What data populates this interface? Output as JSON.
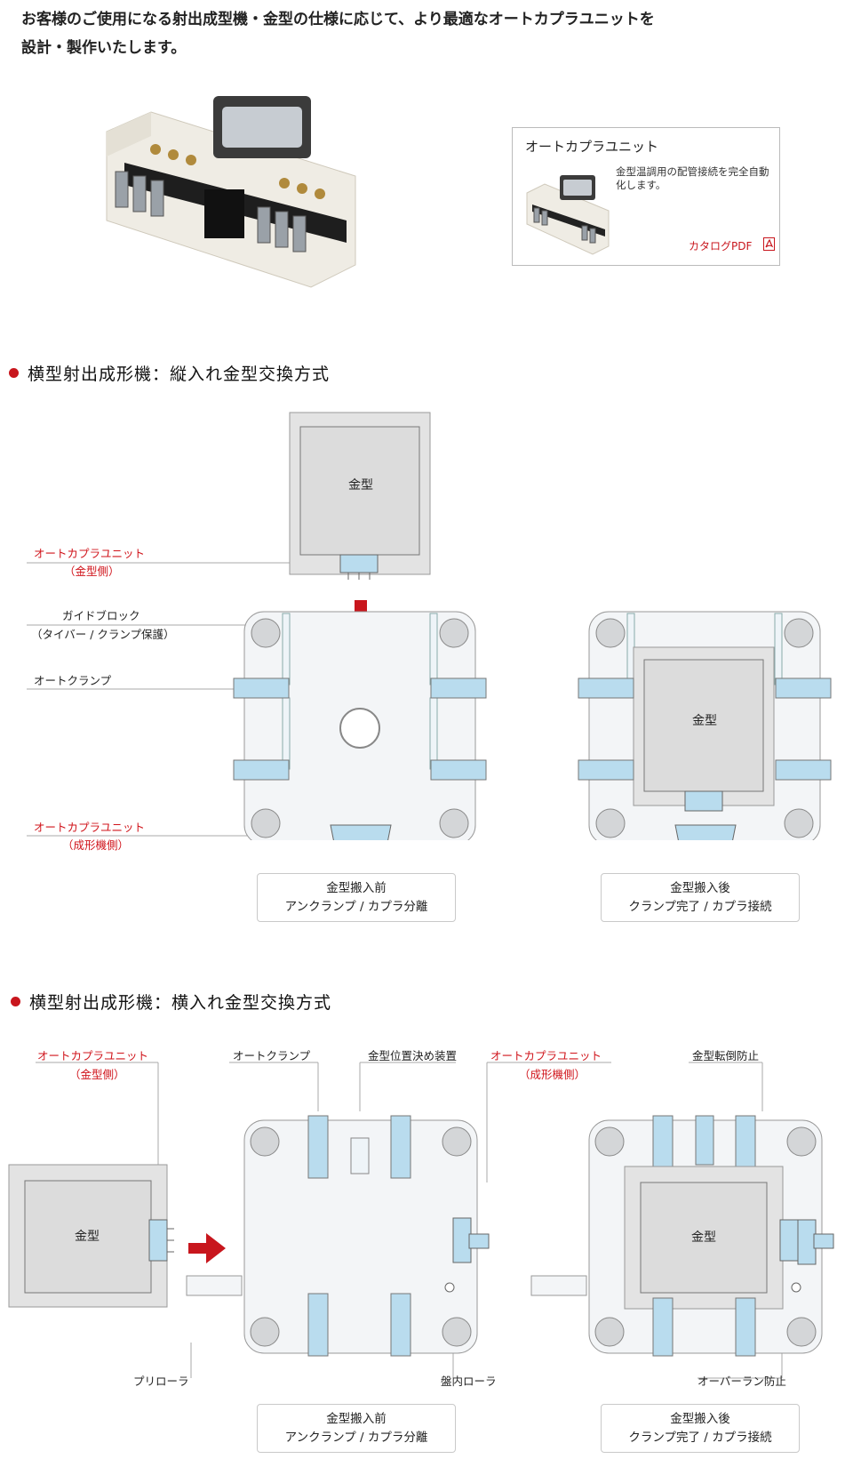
{
  "intro": {
    "line1": "お客様のご使用になる射出成型機・金型の仕様に応じて、より最適なオートカプラユニットを",
    "line2": "設計・製作いたします。"
  },
  "product_card": {
    "title": "オートカプラユニット",
    "description": "金型温調用の配管接続を完全自動化します。",
    "catalog_link": "カタログPDF"
  },
  "section1": {
    "heading": "横型射出成形機：縦入れ金型交換方式",
    "mold_label": "金型",
    "mold_label_after": "金型",
    "labels": {
      "coupler_mold": "オートカプラユニット",
      "coupler_mold_sub": "（金型側）",
      "guide_block": "ガイドブロック",
      "guide_block_sub": "（タイバー / クランプ保護）",
      "auto_clamp": "オートクランプ",
      "coupler_machine": "オートカプラユニット",
      "coupler_machine_sub": "（成形機側）"
    },
    "before": {
      "line1": "金型搬入前",
      "line2": "アンクランプ / カプラ分離"
    },
    "after": {
      "line1": "金型搬入後",
      "line2": "クランプ完了 / カプラ接続"
    }
  },
  "section2": {
    "heading": "横型射出成形機：横入れ金型交換方式",
    "mold_label": "金型",
    "mold_label_after": "金型",
    "labels": {
      "coupler_mold": "オートカプラユニット",
      "coupler_mold_sub": "（金型側）",
      "auto_clamp": "オートクランプ",
      "positioning": "金型位置決め装置",
      "coupler_machine": "オートカプラユニット",
      "coupler_machine_sub": "（成形機側）",
      "fall_prevention": "金型転倒防止",
      "pre_roller": "プリローラ",
      "inner_roller": "盤内ローラ",
      "overrun": "オーバーラン防止"
    },
    "before": {
      "line1": "金型搬入前",
      "line2": "アンクランプ / カプラ分離"
    },
    "after": {
      "line1": "金型搬入後",
      "line2": "クランプ完了 / カプラ接続"
    }
  },
  "colors": {
    "accent": "#c8161d",
    "part_blue": "#b9dcee",
    "platen": "#f3f5f7",
    "mold": "#dcdcdc"
  }
}
